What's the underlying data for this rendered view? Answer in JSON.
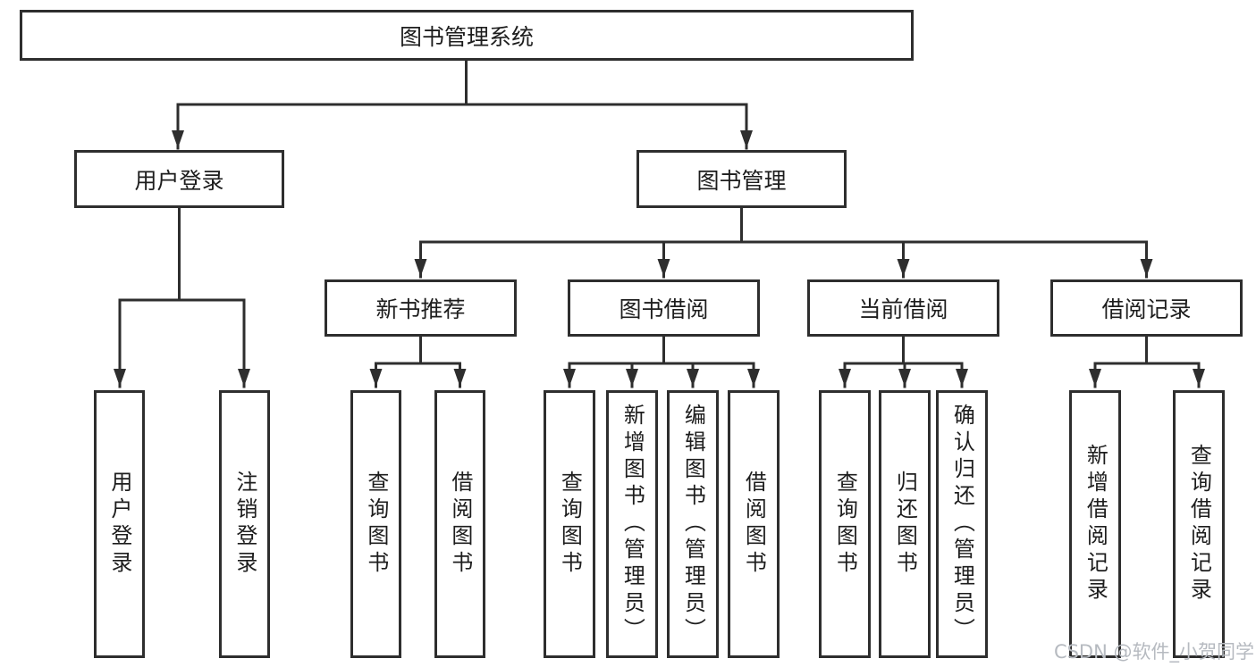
{
  "diagram": {
    "root": {
      "label": "图书管理系统"
    },
    "branches": [
      {
        "label": "用户登录",
        "children": [
          {
            "label": "用户登录"
          },
          {
            "label": "注销登录"
          }
        ]
      },
      {
        "label": "图书管理",
        "children": [
          {
            "label": "新书推荐",
            "children": [
              {
                "label": "查询图书"
              },
              {
                "label": "借阅图书"
              }
            ]
          },
          {
            "label": "图书借阅",
            "children": [
              {
                "label": "查询图书"
              },
              {
                "label": "新增图书（管理员）"
              },
              {
                "label": "编辑图书（管理员）"
              },
              {
                "label": "借阅图书"
              }
            ]
          },
          {
            "label": "当前借阅",
            "children": [
              {
                "label": "查询图书"
              },
              {
                "label": "归还图书"
              },
              {
                "label": "确认归还（管理员）"
              }
            ]
          },
          {
            "label": "借阅记录",
            "children": [
              {
                "label": "新增借阅记录"
              },
              {
                "label": "查询借阅记录"
              }
            ]
          }
        ]
      }
    ]
  },
  "watermark": {
    "text": "CSDN @软件_小贺同学"
  },
  "colors": {
    "line": "#2e2e2e",
    "text": "#1d1d1d",
    "background": "#ffffff",
    "watermark": "#b6bac0"
  }
}
